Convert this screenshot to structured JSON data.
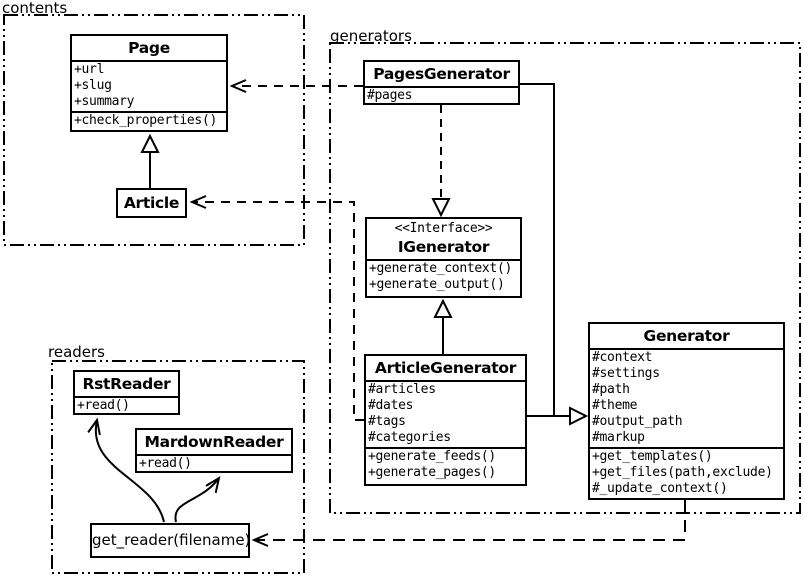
{
  "packages": {
    "contents": {
      "label": "contents"
    },
    "generators": {
      "label": "generators"
    },
    "readers": {
      "label": "readers"
    }
  },
  "classes": {
    "page": {
      "title": "Page",
      "attributes": [
        "+url",
        "+slug",
        "+summary"
      ],
      "methods": [
        "+check_properties()"
      ]
    },
    "article": {
      "title": "Article"
    },
    "pages_generator": {
      "title": "PagesGenerator",
      "attributes": [
        "#pages"
      ]
    },
    "igenerator": {
      "stereotype": "<<Interface>>",
      "title": "IGenerator",
      "methods": [
        "+generate_context()",
        "+generate_output()"
      ]
    },
    "article_generator": {
      "title": "ArticleGenerator",
      "attributes": [
        "#articles",
        "#dates",
        "#tags",
        "#categories"
      ],
      "methods": [
        "+generate_feeds()",
        "+generate_pages()"
      ]
    },
    "generator": {
      "title": "Generator",
      "attributes": [
        "#context",
        "#settings",
        "#path",
        "#theme",
        "#output_path",
        "#markup"
      ],
      "methods": [
        "+get_templates()",
        "+get_files(path,exclude)",
        "#_update_context()"
      ]
    },
    "rst_reader": {
      "title": "RstReader",
      "methods": [
        "+read()"
      ]
    },
    "mardown_reader": {
      "title": "MardownReader",
      "methods": [
        "+read()"
      ]
    },
    "get_reader": {
      "label": "get_reader(filename)"
    }
  },
  "relationships": [
    {
      "from": "Article",
      "to": "Page",
      "type": "inheritance"
    },
    {
      "from": "PagesGenerator",
      "to": "IGenerator",
      "type": "realization-dashed"
    },
    {
      "from": "ArticleGenerator",
      "to": "IGenerator",
      "type": "inheritance"
    },
    {
      "from": "PagesGenerator",
      "to": "Generator",
      "type": "inheritance"
    },
    {
      "from": "ArticleGenerator",
      "to": "Generator",
      "type": "inheritance"
    },
    {
      "from": "PagesGenerator",
      "to": "Page",
      "type": "dependency-dashed"
    },
    {
      "from": "ArticleGenerator",
      "to": "Article",
      "type": "dependency-dashed"
    },
    {
      "from": "Generator",
      "to": "get_reader(filename)",
      "type": "dependency-dashed"
    },
    {
      "from": "get_reader(filename)",
      "to": "RstReader",
      "type": "arrow-curved"
    },
    {
      "from": "get_reader(filename)",
      "to": "MardownReader",
      "type": "arrow-curved"
    }
  ],
  "colors": {
    "line": "#000000",
    "background": "#ffffff",
    "box_fill": "#ffffff"
  }
}
